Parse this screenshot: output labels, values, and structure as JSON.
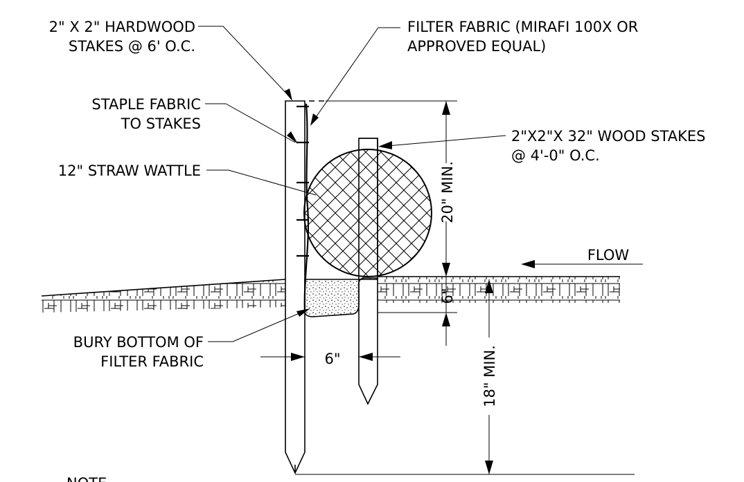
{
  "labels": {
    "hardwood_stakes_1": "2\" X 2\" HARDWOOD",
    "hardwood_stakes_2": "STAKES @ 6' O.C.",
    "filter_fabric_1": "FILTER FABRIC (MIRAFI 100X OR",
    "filter_fabric_2": "APPROVED EQUAL)",
    "staple_fabric_1": "STAPLE FABRIC",
    "staple_fabric_2": "TO STAKES",
    "wood_stakes_1": "2\"X2\"X 32\" WOOD STAKES",
    "wood_stakes_2": "@ 4'-0\" O.C.",
    "straw_wattle": "12\" STRAW WATTLE",
    "flow": "FLOW",
    "bury_bottom_1": "BURY BOTTOM OF",
    "bury_bottom_2": "FILTER FABRIC",
    "note": "NOTE"
  },
  "dimensions": {
    "height_above_grade": "20\" MIN.",
    "trench_depth": "6\"",
    "stake_spacing": "6\"",
    "stake_embedment": "18\" MIN."
  },
  "colors": {
    "line": "#000000",
    "background": "#ffffff"
  }
}
